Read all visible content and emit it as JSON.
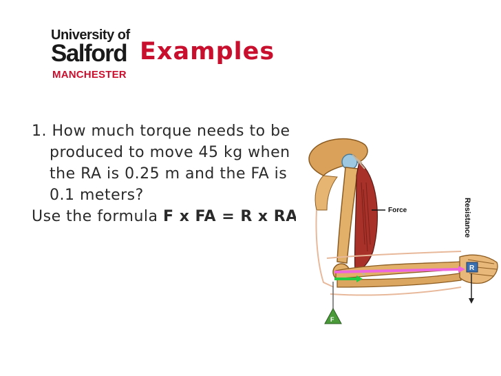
{
  "logo": {
    "line1": "University of",
    "line2": "Salford",
    "line3": "MANCHESTER"
  },
  "slide": {
    "title": "Examples",
    "question": "1. How much torque needs to be produced to move 45 kg when the RA is 0.25 m and the FA is 0.1 meters?",
    "formula_prefix": "Use the formula ",
    "formula_bold": "F x FA = R x RA"
  },
  "diagram": {
    "force_label": "Force",
    "resistance_label": "Resistance",
    "fulcrum_letter": "F",
    "resistance_letter": "R",
    "colors": {
      "fa_arrow": "#22cc44",
      "ra_arrow": "#ee66dd",
      "bone": "#d9a15a",
      "muscle": "#a8322a",
      "fulcrum": "#4a9a3a",
      "resistance_marker": "#3a6fb0"
    }
  },
  "theme": {
    "accent": "#c8102e",
    "text": "#2a2a2a"
  }
}
